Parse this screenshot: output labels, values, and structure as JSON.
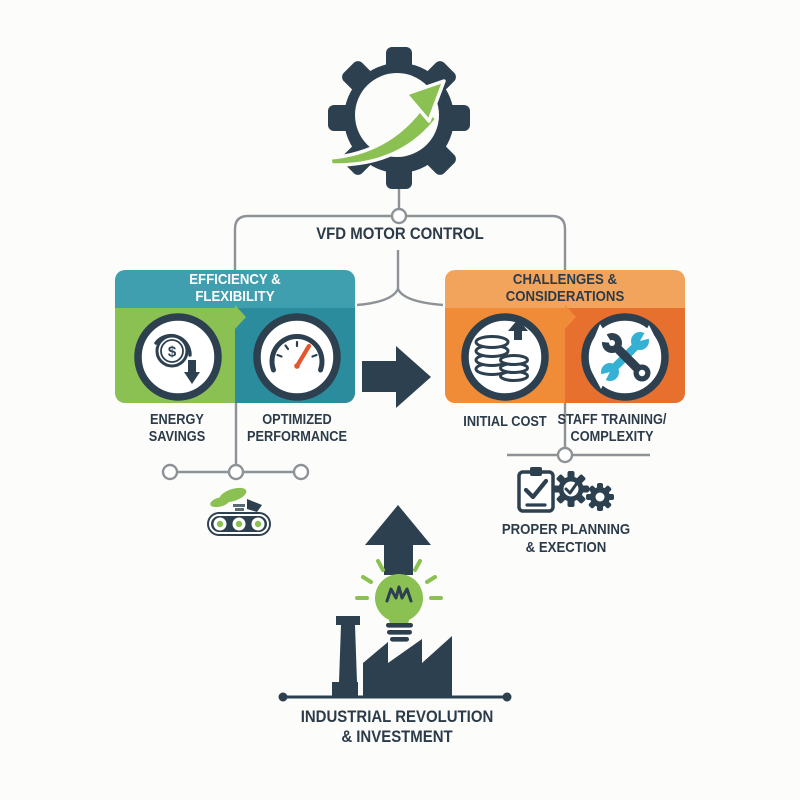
{
  "palette": {
    "navy": "#2d4050",
    "text_navy": "#2c3b49",
    "green": "#8bc053",
    "teal_header": "#3f9fae",
    "teal_body": "#2b8c9e",
    "orange_header": "#f3a45c",
    "orange_light": "#f08c38",
    "orange_dark": "#e8702e",
    "cyan": "#35b1d4",
    "needle_orange": "#e4572e",
    "line_gray": "#8d9297",
    "background": "#fcfcfa"
  },
  "hub": {
    "title": "VFD MOTOR CONTROL",
    "icon": "gear-growth-arrow-icon"
  },
  "left_branch": {
    "header": "EFFICIENCY &\nFLEXIBILITY",
    "items": [
      {
        "label": "ENERGY\nSAVINGS",
        "icon": "dollar-savings-icon",
        "glyph": "$"
      },
      {
        "label": "OPTIMIZED\nPERFORMANCE",
        "icon": "gauge-icon"
      }
    ],
    "sub_icon": "eco-conveyor-icon"
  },
  "right_branch": {
    "header": "CHALLENGES & CONSIDERATIONS",
    "items": [
      {
        "label": "INITIAL COST",
        "icon": "coin-stack-icon"
      },
      {
        "label": "STAFF TRAINING/\nCOMPLEXITY",
        "icon": "wrench-tools-icon"
      }
    ],
    "sub": {
      "label": "PROPER PLANNING\n& EXECTION",
      "icons": [
        "clipboard-check-icon",
        "gear-check-icon",
        "gear-icon"
      ]
    }
  },
  "footer": {
    "label": "INDUSTRIAL REVOLUTION\n& INVESTMENT",
    "icons": [
      "up-arrow-icon",
      "lightbulb-icon",
      "factory-icon"
    ]
  }
}
